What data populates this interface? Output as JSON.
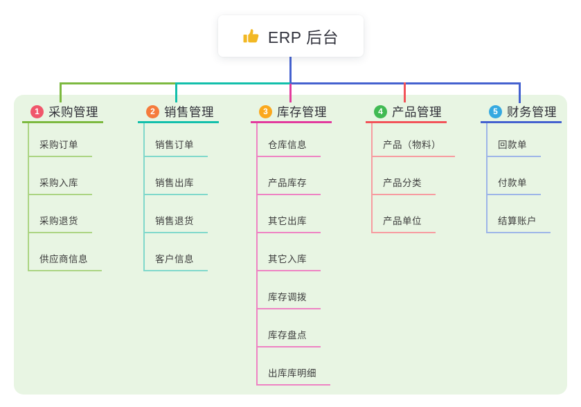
{
  "root": {
    "title": "ERP 后台",
    "icon": "thumbs-up-icon"
  },
  "colors": {
    "page_bg": "#ffffff",
    "panel_bg": "#e8f5e3",
    "connector_blue": "#4461cf",
    "icon_gold": "#f2b824",
    "title_text": "#33343e",
    "node_text": "#3c3c3c"
  },
  "branches": [
    {
      "number": "1",
      "label": "采购管理",
      "badge_color": "#f0566b",
      "line_color": "#7cb93f",
      "child_line_color": "#abd482",
      "children": [
        "采购订单",
        "采购入库",
        "采购退货",
        "供应商信息"
      ]
    },
    {
      "number": "2",
      "label": "销售管理",
      "badge_color": "#f57b3c",
      "line_color": "#12bfab",
      "child_line_color": "#7fd8cb",
      "children": [
        "销售订单",
        "销售出库",
        "销售退货",
        "客户信息"
      ]
    },
    {
      "number": "3",
      "label": "库存管理",
      "badge_color": "#fba81c",
      "line_color": "#e23a9d",
      "child_line_color": "#ee82c3",
      "children": [
        "仓库信息",
        "产品库存",
        "其它出库",
        "其它入库",
        "库存调拨",
        "库存盘点",
        "出库库明细"
      ]
    },
    {
      "number": "4",
      "label": "产品管理",
      "badge_color": "#41ba53",
      "line_color": "#f25359",
      "child_line_color": "#f79ba0",
      "children": [
        "产品（物料）",
        "产品分类",
        "产品单位"
      ]
    },
    {
      "number": "5",
      "label": "财务管理",
      "badge_color": "#35a9e1",
      "line_color": "#4461cf",
      "child_line_color": "#9db5e8",
      "children": [
        "回款单",
        "付款单",
        "结算账户"
      ]
    }
  ]
}
